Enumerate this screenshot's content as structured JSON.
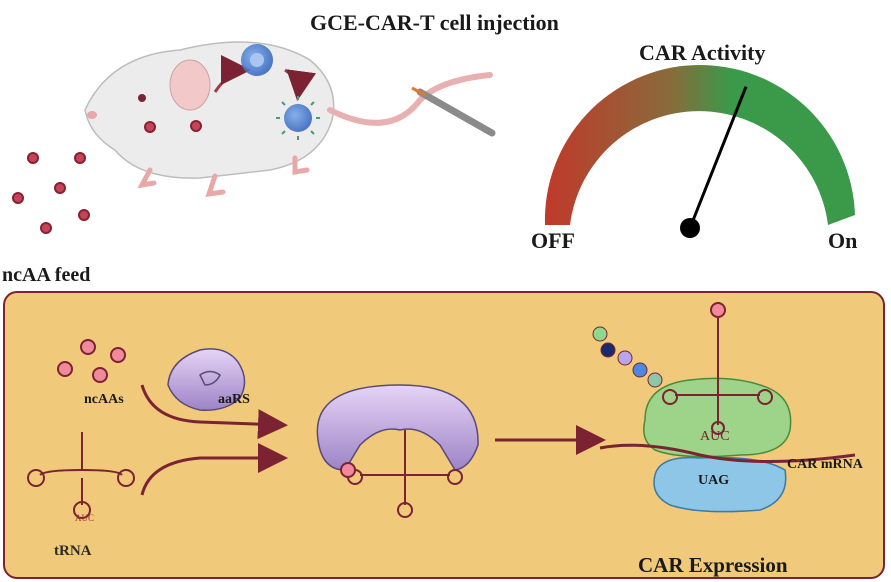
{
  "title": "GCE-CAR-T cell injection",
  "gauge": {
    "title": "CAR Activity",
    "off_label": "OFF",
    "on_label": "On",
    "level": 0.62,
    "colors": {
      "off": "#c0392b",
      "on": "#3a9a4a"
    }
  },
  "feed_label": "ncAA feed",
  "labels": {
    "ncaas": "ncAAs",
    "aars": "aaRS",
    "trna": "tRNA",
    "auc_small": "AUC",
    "auc_ribosome": "AUC",
    "uag": "UAG",
    "mrna": "CAR mRNA",
    "expression": "CAR Expression"
  },
  "icons": [
    "mouse-icon",
    "t-cell-icon",
    "car-t-cell-icon",
    "syringe-icon",
    "aars-enzyme-icon",
    "trna-icon",
    "ribosome-icon"
  ],
  "colors": {
    "panel_bg": "#f0c97a",
    "panel_border": "#7b2233",
    "arrow": "#7b2233",
    "ncaa": "#e86a7c"
  }
}
